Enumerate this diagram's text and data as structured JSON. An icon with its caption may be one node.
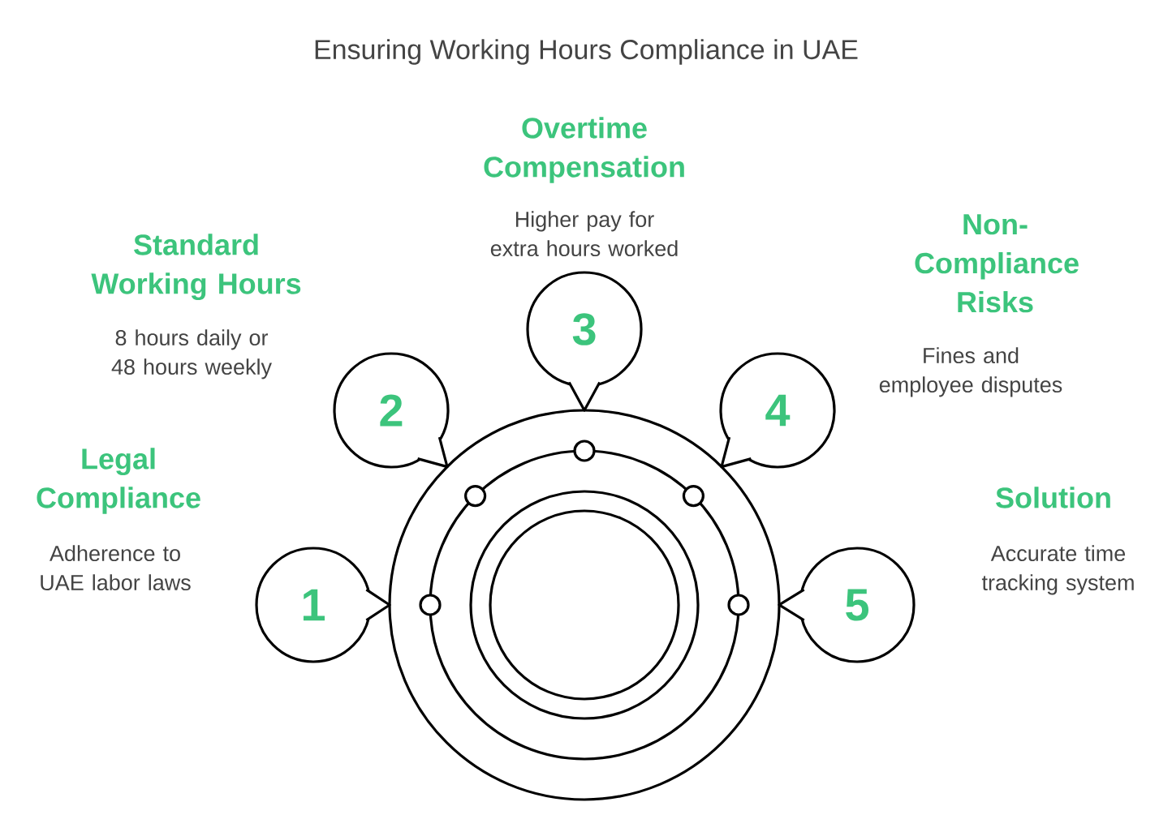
{
  "diagram": {
    "title": "Ensuring Working Hours Compliance in UAE",
    "nodes": [
      {
        "text": [
          "1"
        ],
        "beside": [
          "Legal Compliance",
          "Adherence to UAE labor laws"
        ]
      },
      {
        "text": [
          "2"
        ],
        "beside": [
          "Standard Working Hours",
          "8 hours daily or 48 hours weekly"
        ]
      },
      {
        "text": [
          "3"
        ],
        "beside": [
          "Overtime Compensation",
          "Higher pay for extra hours worked"
        ]
      },
      {
        "text": [
          "4"
        ],
        "beside": [
          "Non-Compliance Risks",
          "Fines and employee disputes"
        ]
      },
      {
        "text": [
          "5"
        ],
        "beside": [
          "Solution",
          "Accurate time tracking system"
        ]
      },
      {
        "text": [],
        "shape": "circle"
      }
    ]
  }
}
